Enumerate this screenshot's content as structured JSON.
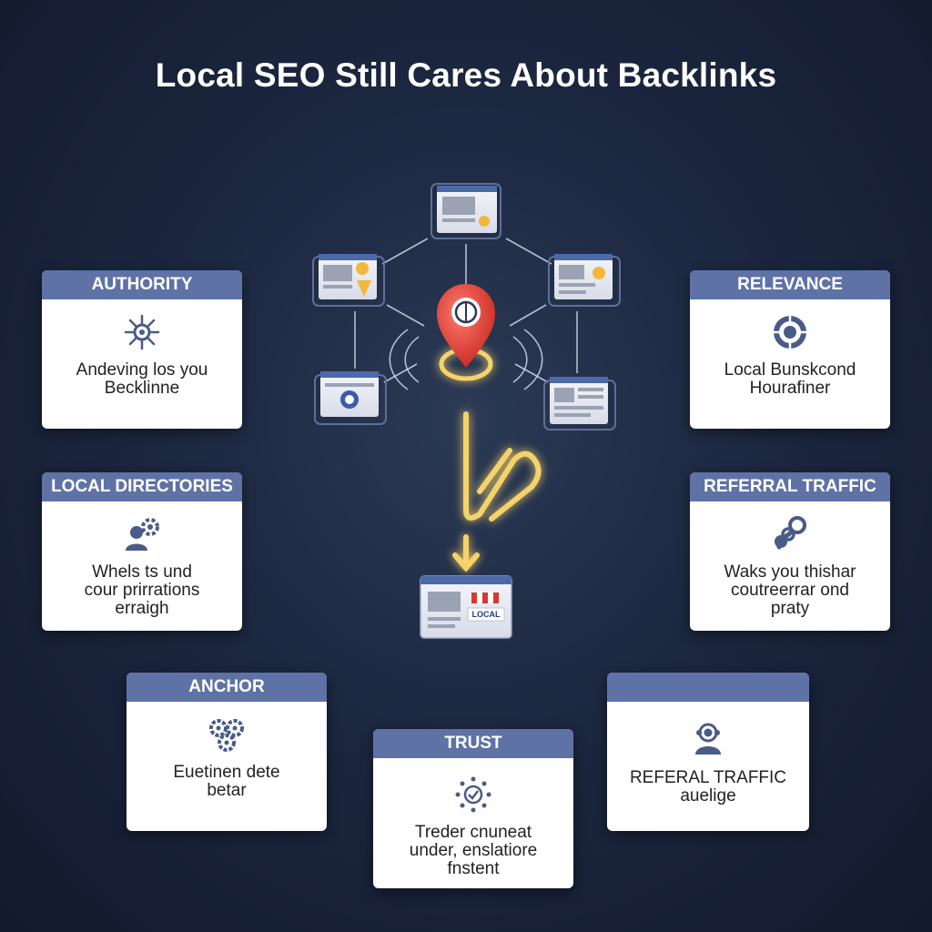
{
  "title": "Local SEO Still Cares About Backlinks",
  "colors": {
    "background": "#1c2740",
    "card_header": "#5e72a6",
    "pin": "#e0443a",
    "glow": "#f5d36a"
  },
  "cards": {
    "authority": {
      "header": "AUTHORITY",
      "body": "Andeving los you\nBecklinne",
      "icon": "network-hub-icon"
    },
    "relevance": {
      "header": "RELEVANCE",
      "body": "Local Bunskcond\nHourafiner",
      "icon": "globe-target-icon"
    },
    "local_directories": {
      "header": "LOCAL DIRECTORIES",
      "body": "Whels ts und\ncour prirrations\nerraigh",
      "icon": "user-gear-icon"
    },
    "referral_traffic": {
      "header": "REFERRAL TRAFFIC",
      "body": "Waks you thishar\ncoutreerrar ond\npraty",
      "icon": "link-people-icon"
    },
    "anchor": {
      "header": "ANCHOR",
      "body": "Euetinen dete\nbetar",
      "icon": "gears-icon"
    },
    "trust": {
      "header": "TRUST",
      "body": "Treder cnuneat\nunder, enslatiore\nfnstent",
      "icon": "trust-network-icon"
    },
    "referal_traffic_2": {
      "header": "",
      "body": "REFERAL TRAFFIC\nauelige",
      "icon": "person-badge-icon"
    }
  },
  "diagram": {
    "destination_label": "LOCAL",
    "nodes": [
      "website-node-top",
      "website-node-upper-left",
      "website-node-upper-right",
      "website-node-lower-left",
      "website-node-lower-right"
    ],
    "center": "location-pin-icon",
    "link": "glowing-link-icon"
  }
}
